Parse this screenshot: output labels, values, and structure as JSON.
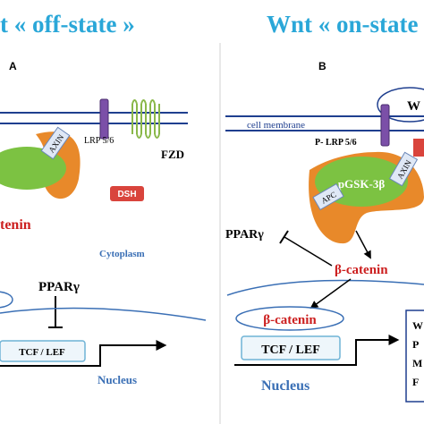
{
  "left_panel": {
    "title": "t « off-state »",
    "letter": "A",
    "receptor_label": "LRP 5/6",
    "fzd_label": "FZD",
    "axin_label": "AXIN",
    "dsh_label": "DSH",
    "catenin_label": "tenin",
    "cytoplasm_label": "Cytoplasm",
    "ppar_label": "PPARγ",
    "tcf_label": "TCF / LEF",
    "nucleus_label": "Nucleus"
  },
  "right_panel": {
    "title": "Wnt « on-state",
    "letter": "B",
    "wnt_label": "W",
    "membrane_label": "cell membrane",
    "receptor_label": "P-  LRP 5/6",
    "axin_label": "AXIN",
    "gsk_label": "pGSK-3β",
    "apc_label": "APC",
    "ppar_label": "PPARγ",
    "catenin_label": "β-catenin",
    "nuclear_catenin_label": "β-catenin",
    "tcf_label": "TCF / LEF",
    "nucleus_label": "Nucleus",
    "target_genes": [
      "W",
      "P",
      "M",
      "F"
    ]
  },
  "colors": {
    "title_blue": "#2aa7d8",
    "membrane_blue": "#1f3f8f",
    "receptor_purple": "#7b4fa8",
    "fzd_green": "#8ab84a",
    "axin_orange": "#e8892a",
    "complex_green": "#7cc242",
    "dsh_red": "#d9443c",
    "catenin_red": "#cc1f1f",
    "nucleus_blue": "#3a6fb5"
  }
}
